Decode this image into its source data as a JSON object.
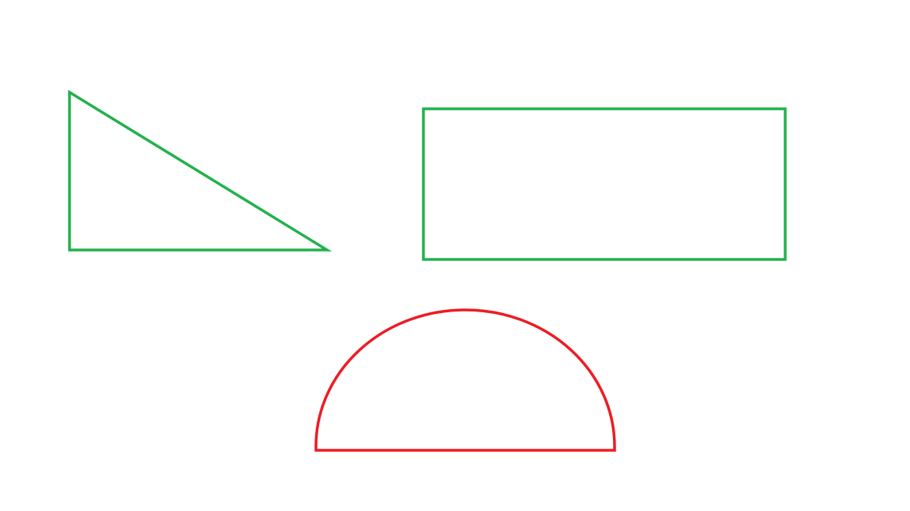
{
  "canvas": {
    "background": "#ffffff"
  },
  "shapes": [
    {
      "kind": "right-triangle",
      "color": "#22b14c"
    },
    {
      "kind": "rectangle",
      "color": "#22b14c"
    },
    {
      "kind": "semicircle",
      "color": "#ed1c24"
    }
  ]
}
